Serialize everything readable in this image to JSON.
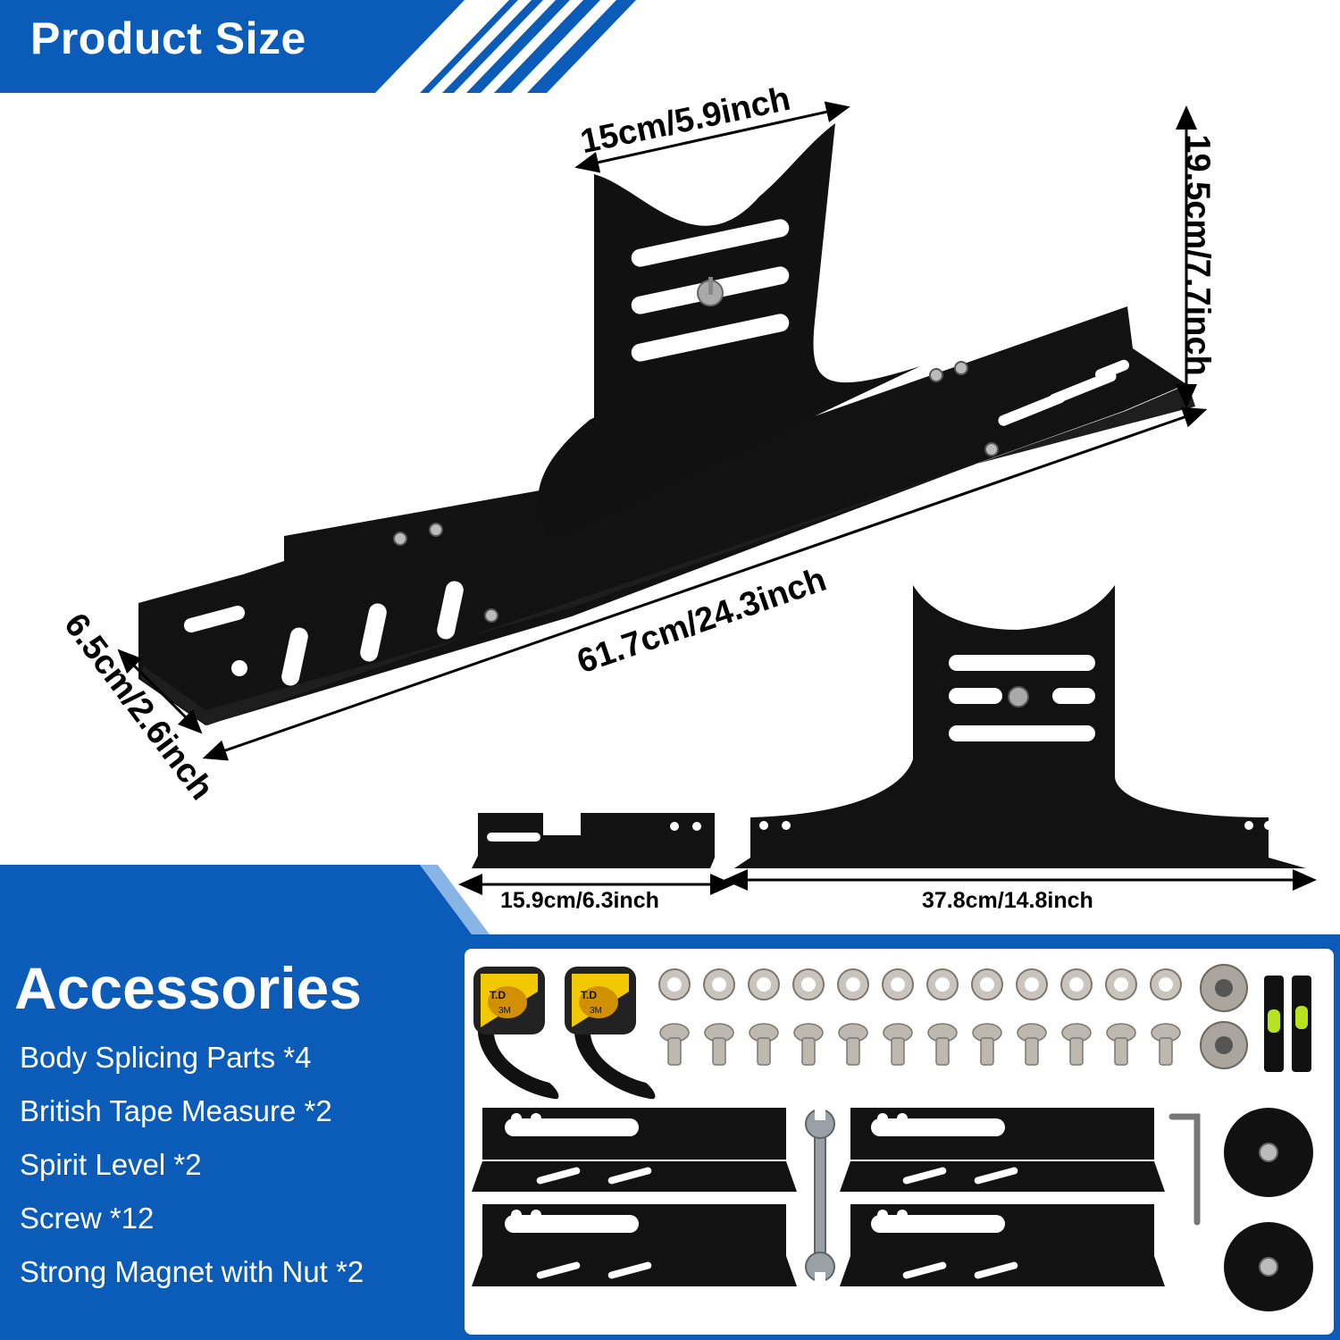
{
  "header": {
    "title": "Product Size"
  },
  "dimensions": {
    "top_width": "15cm/5.9inch",
    "height": "19.5cm/7.7inch",
    "total_length": "61.7cm/24.3inch",
    "depth": "6.5cm/2.6inch",
    "short_part_length": "15.9cm/6.3inch",
    "long_part_length": "37.8cm/14.8inch"
  },
  "accessories": {
    "title": "Accessories",
    "items": [
      "Body Splicing Parts *4",
      "British Tape Measure *2",
      "Spirit Level *2",
      "Screw *12",
      "Strong Magnet with Nut *2"
    ]
  },
  "tape_measure": {
    "brand": "T.D",
    "length": "3M"
  },
  "colors": {
    "brand_blue": "#0b5cb8",
    "product_black": "#111111",
    "background": "#ffffff"
  }
}
